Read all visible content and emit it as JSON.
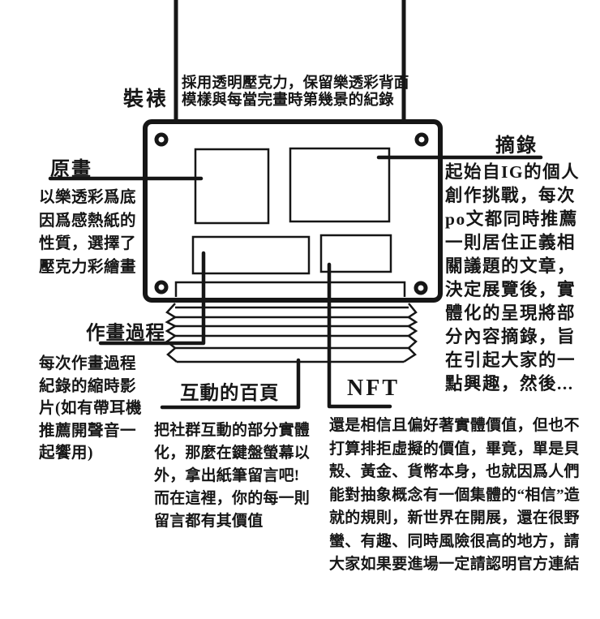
{
  "palette": {
    "ink": "#161616",
    "background": "#ffffff"
  },
  "mounting": {
    "label": "裝裱",
    "note_lines": [
      "採用透明壓克力，保留樂透彩背面",
      "模樣與每當完畫時第幾景的紀錄"
    ]
  },
  "original": {
    "label": "原畫",
    "body_lines": [
      "以樂透彩爲底",
      "因爲感熱紙的",
      "性質，選擇了",
      "壓克力彩繪畫"
    ]
  },
  "excerpt": {
    "label": "摘錄",
    "body_lines": [
      "起始自IG的個人",
      "創作挑戰，每次",
      "po文都同時推薦",
      "一則居住正義相",
      "關議題的文章，",
      "決定展覽後，實",
      "體化的呈現將部",
      "分內容摘錄，旨",
      "在引起大家的一",
      "點興趣，然後..."
    ]
  },
  "process": {
    "label": "作畫過程",
    "body_lines": [
      "每次作畫過程",
      "紀錄的縮時影",
      "片(如有帶耳機",
      "推薦開聲音一",
      "起饗用)"
    ]
  },
  "pages": {
    "label": "互動的百頁",
    "body_lines": [
      "把社群互動的部分實體",
      "化，那麼在鍵盤螢幕以",
      "外，拿出紙筆留言吧!",
      "而在這裡，你的每一則",
      "留言都有其價值"
    ]
  },
  "nft": {
    "label": "NFT",
    "body_lines": [
      "還是相信且偏好著實體價值，但也不",
      "打算排拒虛擬的價值，畢竟，單是貝",
      "殼、黃金、貨幣本身，也就因爲人們",
      "能對抽象概念有一個集體的“相信”造",
      "就的規則，新世界在開展，還在很野",
      "蠻、有趣、同時風險很高的地方，請",
      "大家如果要進場一定請認明官方連結"
    ]
  }
}
